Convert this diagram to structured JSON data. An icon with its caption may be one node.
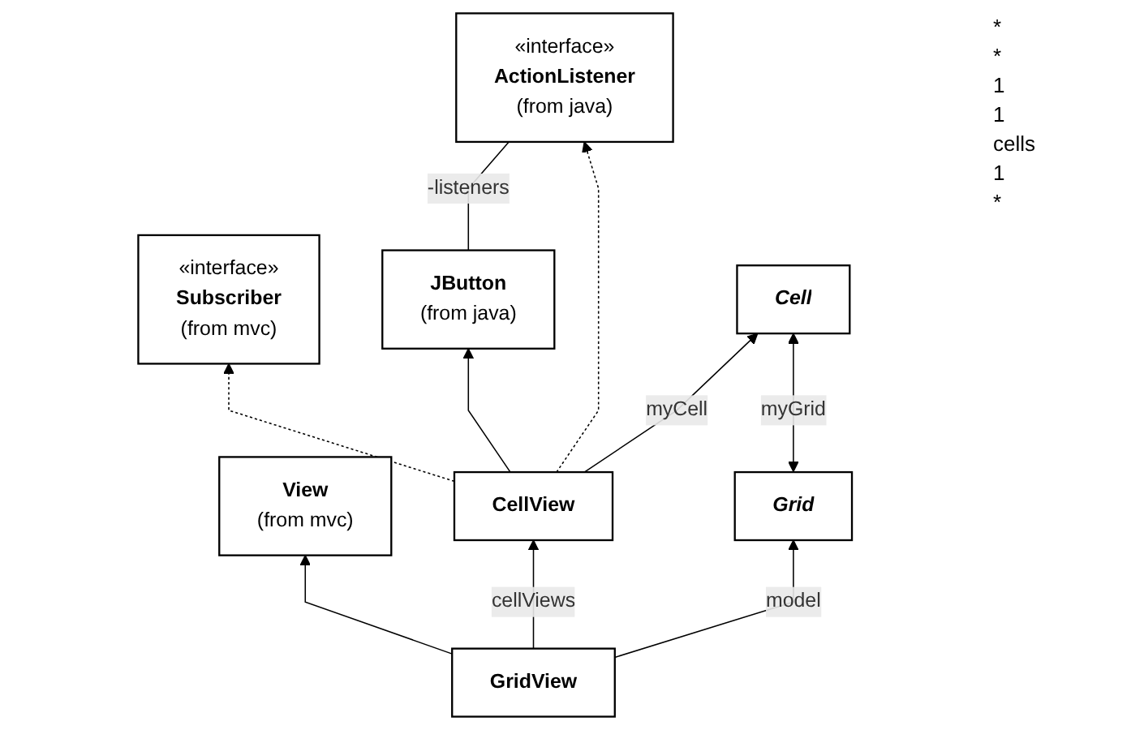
{
  "diagram": {
    "nodes": [
      {
        "text": [
          "View",
          "(from mvc)"
        ]
      },
      {
        "text": [
          "«interface»",
          "Subscriber",
          "(from mvc)"
        ]
      },
      {
        "text": [
          "JButton",
          "(from java)"
        ]
      },
      {
        "text": [
          "«interface»",
          "ActionListener",
          "(from java)"
        ]
      },
      {
        "text": [
          "GridView"
        ]
      },
      {
        "text": [
          "CellView"
        ]
      },
      {
        "text": [
          "Grid"
        ]
      },
      {
        "text": [
          "Cell"
        ]
      }
    ],
    "edges": [
      {
        "from": 4,
        "to": 0,
        "arrow": "to"
      },
      {
        "from": 5,
        "to": 1,
        "arrow": "to",
        "style": "dashed"
      },
      {
        "from": 5,
        "to": 2,
        "arrow": "to"
      },
      {
        "from": 5,
        "to": 3,
        "arrow": "to",
        "style": "dashed"
      },
      {
        "from": 2,
        "to": 3,
        "arrow": "none",
        "label": "-listeners"
      },
      {
        "from": 4,
        "to": 5,
        "arrow": "to",
        "label": "cellViews"
      },
      {
        "from": 4,
        "to": 6,
        "arrow": "to",
        "label": "model"
      },
      {
        "from": 5,
        "to": 7,
        "arrow": "to",
        "label": "myCell"
      },
      {
        "from": 6,
        "to": 7,
        "arrow": "both",
        "label": "myGrid"
      }
    ],
    "labels": [
      "*",
      "*",
      "1",
      "1",
      "cells",
      "1",
      "*"
    ]
  }
}
